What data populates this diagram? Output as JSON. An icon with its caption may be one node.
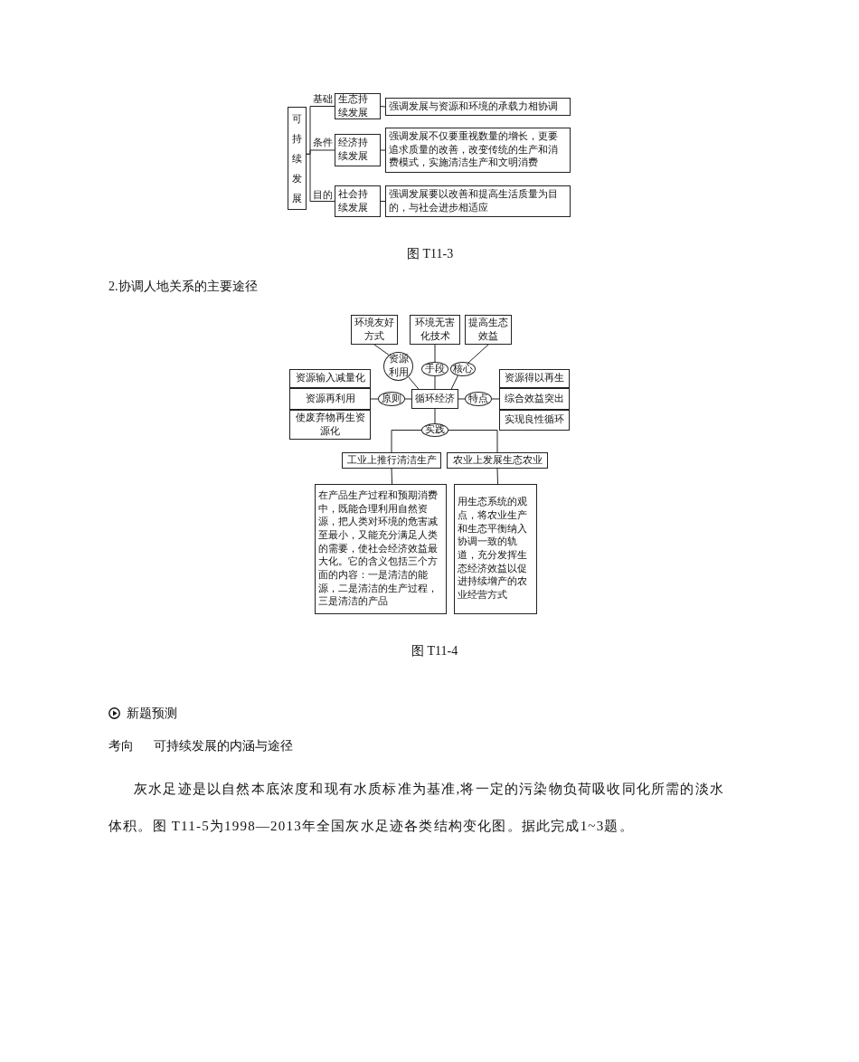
{
  "diagram": {
    "nodes": [
      {
        "text": [
          "可持续发展"
        ]
      },
      {
        "text": [
          "生态持续发展"
        ]
      },
      {
        "text": [
          "强调发展与资源和环境的承载力相协调"
        ]
      },
      {
        "text": [
          "经济持续发展"
        ]
      },
      {
        "text": [
          "强调发展不仅要重视数量的增长，更要追求质量的改善，改变传统的生产和消费模式，实施清洁生产和文明消费"
        ]
      },
      {
        "text": [
          "社会持续发展"
        ]
      },
      {
        "text": [
          "强调发展要以改善和提高生活质量为目的，与社会进步相适应"
        ]
      },
      {
        "text": [
          "环境友好方式"
        ]
      },
      {
        "text": [
          "环境无害化技术"
        ]
      },
      {
        "text": [
          "提高生态效益"
        ]
      },
      {
        "text": [
          "资源利用"
        ]
      },
      {
        "text": [
          "手段"
        ]
      },
      {
        "text": [
          "核心"
        ]
      },
      {
        "text": [
          "资源输入减量化"
        ]
      },
      {
        "text": [
          "资源再利用"
        ]
      },
      {
        "text": [
          "使废弃物再生资源化"
        ]
      },
      {
        "text": [
          "原则"
        ]
      },
      {
        "text": [
          "循环经济"
        ]
      },
      {
        "text": [
          "特点"
        ]
      },
      {
        "text": [
          "资源得以再生"
        ]
      },
      {
        "text": [
          "综合效益突出"
        ]
      },
      {
        "text": [
          "实现良性循环"
        ]
      },
      {
        "text": [
          "实践"
        ]
      },
      {
        "text": [
          "工业上推行清洁生产"
        ]
      },
      {
        "text": [
          "农业上发展生态农业"
        ]
      },
      {
        "text": [
          "在产品生产过程和预期消费中，既能合理利用自然资源，把人类对环境的危害减至最小，又能充分满足人类的需要，使社会经济效益最大化。它的含义包括三个方面的内容：一是清洁的能源，二是清洁的生产过程，三是清洁的产品"
        ]
      },
      {
        "text": [
          "用生态系统的观点，将农业生产和生态平衡纳入协调一致的轨道，充分发挥生态经济效益以促进持续增产的农业经营方式"
        ]
      }
    ],
    "edges": [
      {
        "from": 0,
        "to": 1,
        "arrow": "none",
        "label": "基础"
      },
      {
        "from": 1,
        "to": 2,
        "arrow": "none"
      },
      {
        "from": 0,
        "to": 3,
        "arrow": "none",
        "label": "条件"
      },
      {
        "from": 3,
        "to": 4,
        "arrow": "none"
      },
      {
        "from": 0,
        "to": 5,
        "arrow": "none",
        "label": "目的"
      },
      {
        "from": 5,
        "to": 6,
        "arrow": "none"
      },
      {
        "from": 17,
        "to": 10,
        "arrow": "none"
      },
      {
        "from": 10,
        "to": 7,
        "arrow": "none"
      },
      {
        "from": 17,
        "to": 11,
        "arrow": "none"
      },
      {
        "from": 11,
        "to": 8,
        "arrow": "none"
      },
      {
        "from": 17,
        "to": 12,
        "arrow": "none"
      },
      {
        "from": 12,
        "to": 9,
        "arrow": "none"
      },
      {
        "from": 17,
        "to": 16,
        "arrow": "none"
      },
      {
        "from": 16,
        "to": 14,
        "arrow": "none"
      },
      {
        "from": 17,
        "to": 18,
        "arrow": "none"
      },
      {
        "from": 18,
        "to": 20,
        "arrow": "none"
      },
      {
        "from": 17,
        "to": 22,
        "arrow": "none"
      },
      {
        "from": 22,
        "to": 23,
        "arrow": "none"
      },
      {
        "from": 22,
        "to": 24,
        "arrow": "none"
      },
      {
        "from": 23,
        "to": 25,
        "arrow": "none"
      },
      {
        "from": 24,
        "to": 26,
        "arrow": "none"
      }
    ],
    "labels": [
      "图 T11-3",
      "2.协调人地关系的主要途径",
      "图 T11-4",
      "新题预测",
      "考向",
      "可持续发展的内涵与途径",
      "灰水足迹是以自然本底浓度和现有水质标准为基准,将一定的污染物负荷吸收同化所需的淡水体积。图 T11-5为1998—2013年全国灰水足迹各类结构变化图。据此完成1~3题。"
    ]
  }
}
